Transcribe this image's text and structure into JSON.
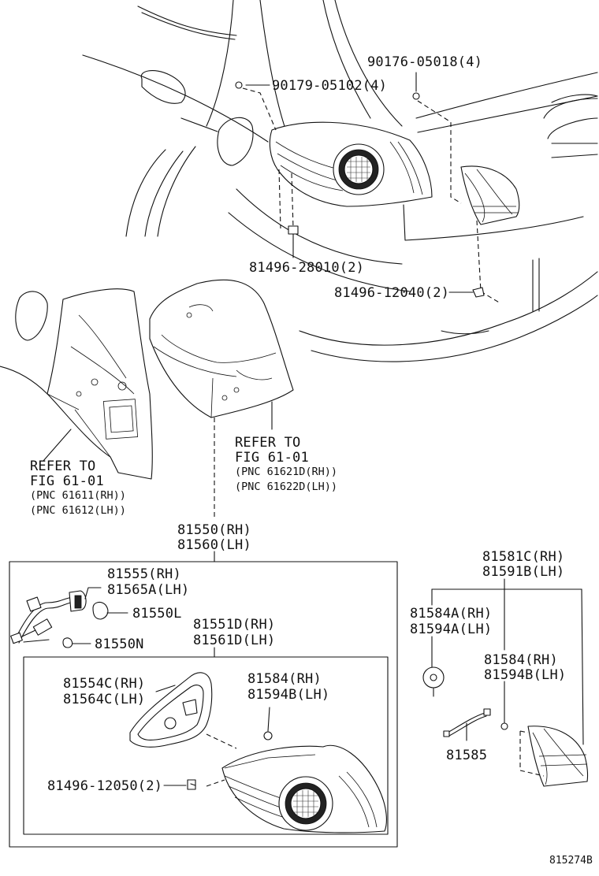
{
  "callouts": {
    "screw_90176": "90176-05018(4)",
    "screw_90179": "90179-05102(4)",
    "clip_28010": "81496-28010(2)",
    "clip_12040": "81496-12040(2)",
    "refer_rear": {
      "line1": "REFER TO",
      "line2": "FIG 61-01",
      "pnc_rh": "(PNC 61621D(RH))",
      "pnc_lh": "(PNC 61622D(LH))"
    },
    "refer_side": {
      "line1": "REFER TO",
      "line2": "FIG 61-01",
      "pnc_rh": "(PNC 61611(RH))",
      "pnc_lh": "(PNC 61612(LH))"
    },
    "lamp_assy_rh": "81550(RH)",
    "lamp_assy_lh": "81560(LH)",
    "socket_rh": "81555(RH)",
    "socket_lh": "81565A(LH)",
    "bulb_l": "81550L",
    "bulb_n": "81550N",
    "lens_rh": "81551D(RH)",
    "lens_lh": "81561D(LH)",
    "gasket_rh": "81554C(RH)",
    "gasket_lh": "81564C(LH)",
    "cushion_rh": "81584(RH)",
    "cushion_lh": "81594B(LH)",
    "clip_12050": "81496-12050(2)",
    "inner_lamp_rh": "81581C(RH)",
    "inner_lamp_lh": "81591B(LH)",
    "cushion_a_rh": "81584A(RH)",
    "cushion_a_lh": "81594A(LH)",
    "cushion2_rh": "81584(RH)",
    "cushion2_lh": "81594B(LH)",
    "wire": "81585",
    "figure_id": "815274B"
  },
  "icons": [
    "screw-icon",
    "clip-icon",
    "bulb-icon",
    "socket-wire-icon",
    "tail-lamp-icon",
    "gasket-icon",
    "cushion-icon"
  ]
}
